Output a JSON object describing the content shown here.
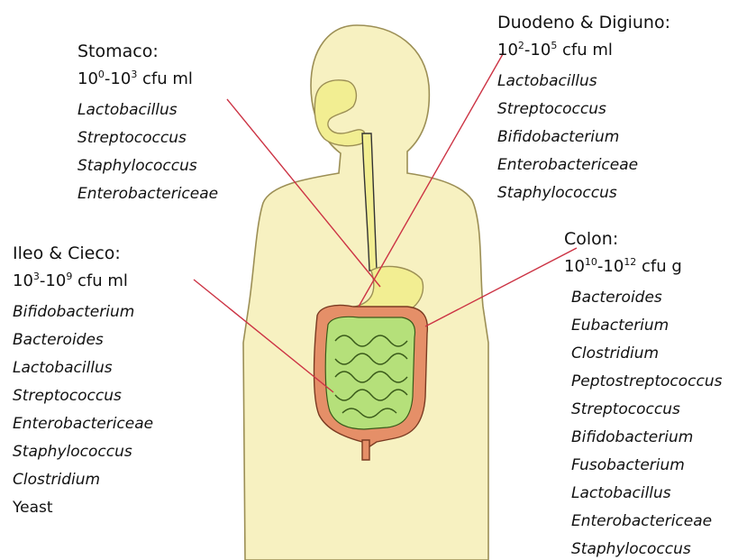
{
  "palette": {
    "skin": "#f7f1c1",
    "skin_outline": "#9c8f55",
    "stomach": "#f2ee92",
    "small_intestine": "#b5e07a",
    "colon": "#e58f68",
    "leader_line": "#cc3344",
    "text": "#111111"
  },
  "regions": [
    {
      "id": "stomaco",
      "title": "Stomaco:",
      "count": {
        "a_base": "10",
        "a_exp": "0",
        "sep": "-",
        "b_base": "10",
        "b_exp": "3",
        "unit": " cfu ml"
      },
      "organisms": [
        "Lactobacillus",
        "Streptococcus",
        "Staphylococcus",
        "Enterobactericeae"
      ]
    },
    {
      "id": "duodeno",
      "title": "Duodeno & Digiuno:",
      "count": {
        "a_base": "10",
        "a_exp": "2",
        "sep": "-",
        "b_base": "10",
        "b_exp": "5",
        "unit": " cfu ml"
      },
      "organisms": [
        "Lactobacillus",
        "Streptococcus",
        "Bifidobacterium",
        "Enterobactericeae",
        "Staphylococcus"
      ]
    },
    {
      "id": "ileo",
      "title": "Ileo & Cieco:",
      "count": {
        "a_base": "10",
        "a_exp": "3",
        "sep": "-",
        "b_base": "10",
        "b_exp": "9",
        "unit": " cfu ml"
      },
      "organisms": [
        "Bifidobacterium",
        "Bacteroides",
        "Lactobacillus",
        "Streptococcus",
        "Enterobactericeae",
        "Staphylococcus",
        "Clostridium"
      ],
      "extra": "Yeast"
    },
    {
      "id": "colon",
      "title": "Colon:",
      "count": {
        "a_base": "10",
        "a_exp": "10",
        "sep": "-",
        "b_base": "10",
        "b_exp": "12",
        "unit": " cfu g"
      },
      "organisms": [
        "Bacteroides",
        "Eubacterium",
        "Clostridium",
        "Peptostreptococcus",
        "Streptococcus",
        "Bifidobacterium",
        "Fusobacterium",
        "Lactobacillus",
        "Enterobactericeae",
        "Staphylococcus"
      ]
    }
  ]
}
